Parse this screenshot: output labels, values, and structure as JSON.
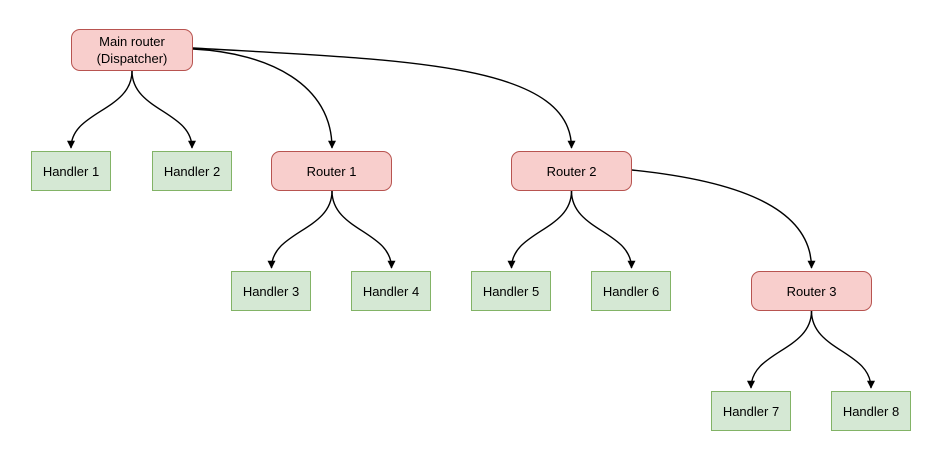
{
  "diagram": {
    "type": "flowchart-tree",
    "colors": {
      "router_fill": "#f8cecc",
      "router_border": "#b85450",
      "handler_fill": "#d5e8d4",
      "handler_border": "#82b366",
      "edge_stroke": "#000000",
      "background": "#ffffff"
    },
    "nodes": [
      {
        "id": "main-router",
        "label": "Main router\n(Dispatcher)",
        "type": "router"
      },
      {
        "id": "handler-1",
        "label": "Handler 1",
        "type": "handler"
      },
      {
        "id": "handler-2",
        "label": "Handler 2",
        "type": "handler"
      },
      {
        "id": "router-1",
        "label": "Router 1",
        "type": "router"
      },
      {
        "id": "router-2",
        "label": "Router 2",
        "type": "router"
      },
      {
        "id": "handler-3",
        "label": "Handler 3",
        "type": "handler"
      },
      {
        "id": "handler-4",
        "label": "Handler 4",
        "type": "handler"
      },
      {
        "id": "handler-5",
        "label": "Handler 5",
        "type": "handler"
      },
      {
        "id": "handler-6",
        "label": "Handler 6",
        "type": "handler"
      },
      {
        "id": "router-3",
        "label": "Router 3",
        "type": "router"
      },
      {
        "id": "handler-7",
        "label": "Handler 7",
        "type": "handler"
      },
      {
        "id": "handler-8",
        "label": "Handler 8",
        "type": "handler"
      }
    ],
    "edges": [
      {
        "from": "main-router",
        "to": "handler-1"
      },
      {
        "from": "main-router",
        "to": "handler-2"
      },
      {
        "from": "main-router",
        "to": "router-1"
      },
      {
        "from": "main-router",
        "to": "router-2"
      },
      {
        "from": "router-1",
        "to": "handler-3"
      },
      {
        "from": "router-1",
        "to": "handler-4"
      },
      {
        "from": "router-2",
        "to": "handler-5"
      },
      {
        "from": "router-2",
        "to": "handler-6"
      },
      {
        "from": "router-2",
        "to": "router-3"
      },
      {
        "from": "router-3",
        "to": "handler-7"
      },
      {
        "from": "router-3",
        "to": "handler-8"
      }
    ]
  }
}
